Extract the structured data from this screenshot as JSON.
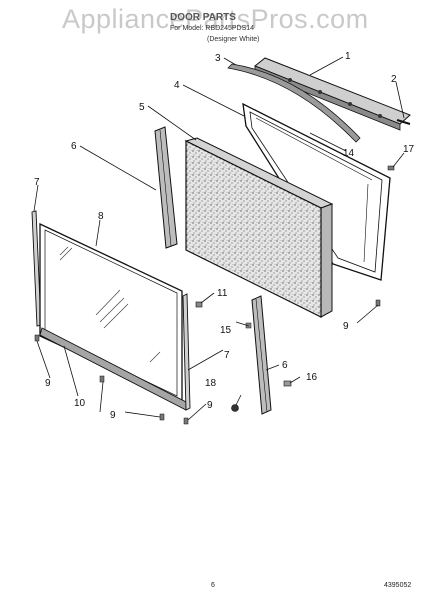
{
  "watermark": "AppliancePartsPros.com",
  "header": {
    "title": "DOOR PARTS",
    "model_line": "For Model: RBD245PDS14",
    "color_line": "(Designer White)"
  },
  "callouts": {
    "c1": "1",
    "c2": "2",
    "c3": "3",
    "c4": "4",
    "c5": "5",
    "c6a": "6",
    "c6b": "6",
    "c7a": "7",
    "c7b": "7",
    "c8": "8",
    "c9a": "9",
    "c9b": "9",
    "c9c": "9",
    "c9d": "9",
    "c10": "10",
    "c11": "11",
    "c14": "14",
    "c15": "15",
    "c16": "16",
    "c17": "17",
    "c18": "18"
  },
  "footer": {
    "page_number": "6",
    "doc_number": "4395052"
  }
}
